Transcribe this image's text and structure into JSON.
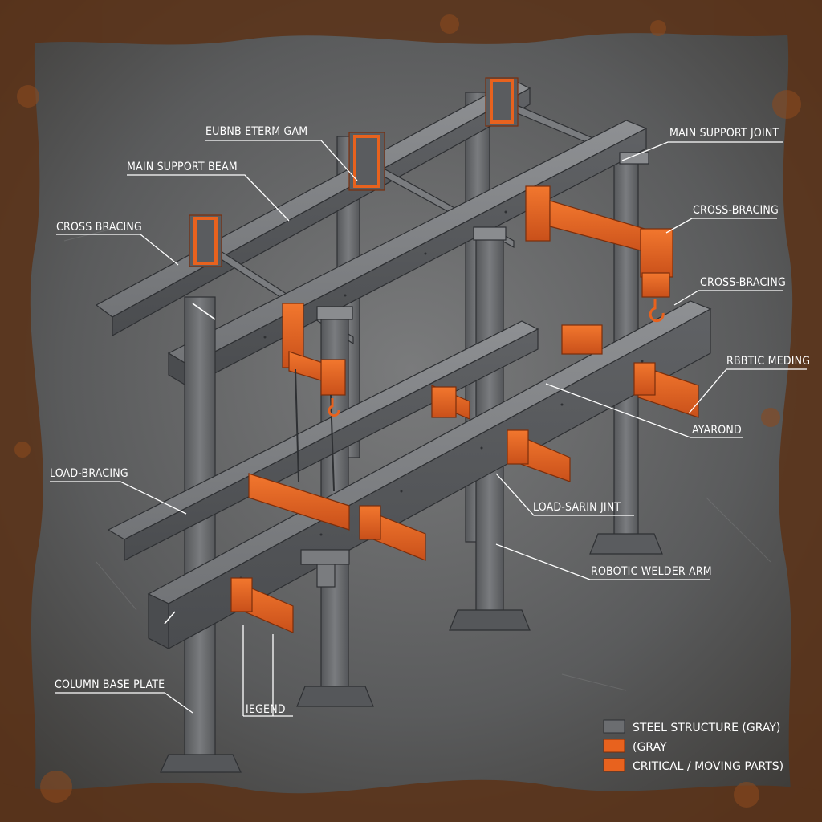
{
  "colors": {
    "steel": "#6b6d70",
    "steel_light": "#8a8c8f",
    "steel_dark": "#45474a",
    "accent": "#e8621e",
    "rust": "#6a3618"
  },
  "labels": {
    "eubnb_eterm_gam": "EUBNB ETERM GAM",
    "main_support_beam": "MAIN SUPPORT BEAM",
    "cross_bracing_left": "CROSS BRACING",
    "main_support_joint": "MAIN SUPPORT JOINT",
    "cross_bracing_right_upper": "CROSS-BRACING",
    "cross_bracing_right_lower": "CROSS-BRACING",
    "robtic_meding": "RBBTIC MEDING",
    "ayarond": "AYAROND",
    "load_bracing": "LOAD-BRACING",
    "load_sarin_jint": "LOAD-SARIN JINT",
    "robotic_welder_arm": "ROBOTIC WELDER ARM",
    "column_base_plate": "COLUMN BASE PLATE",
    "iegend": "IEGEND"
  },
  "legend": {
    "items": [
      {
        "label": "STEEL STRUCTURE (GRAY)",
        "swatch": "steel"
      },
      {
        "label": "(GRAY",
        "swatch": "accent"
      },
      {
        "label": "CRITICAL / MOVING PARTS)",
        "swatch": "accent"
      }
    ]
  }
}
